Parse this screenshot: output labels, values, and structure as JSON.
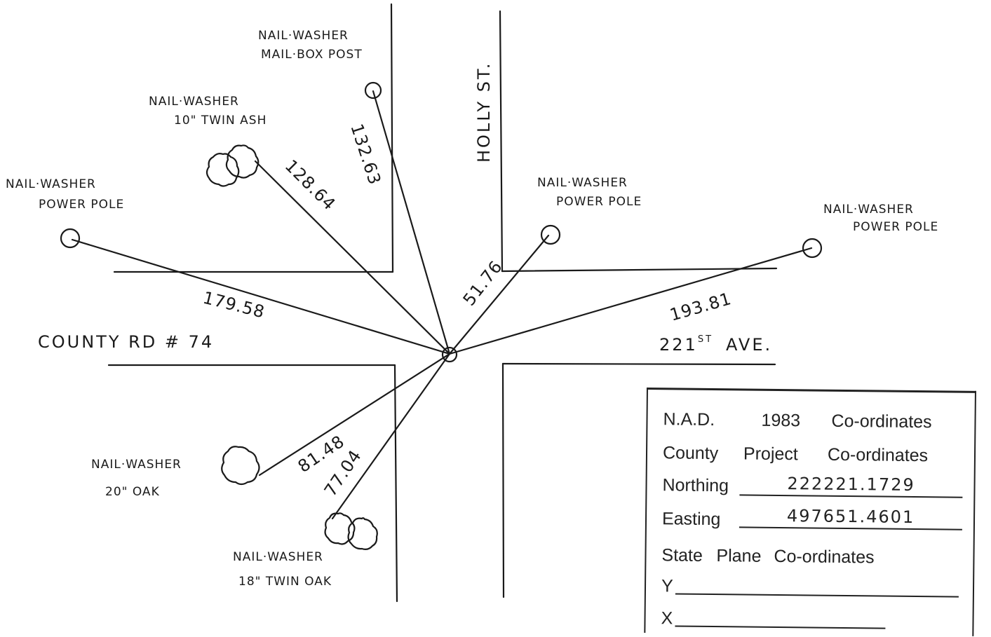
{
  "roads": {
    "north_south": "HOLLY ST.",
    "west": "COUNTY RD # 74",
    "east_prefix": "221",
    "east_suffix": "ST",
    "east_name": "AVE."
  },
  "references": [
    {
      "id": "mailbox",
      "line1": "NAIL·WASHER",
      "line2": "MAIL·BOX POST",
      "distance": "132.63"
    },
    {
      "id": "twin-ash",
      "line1": "NAIL·WASHER",
      "line2": "10\" TWIN ASH",
      "distance": "128.64"
    },
    {
      "id": "power-pole-west",
      "line1": "NAIL·WASHER",
      "line2": "POWER POLE",
      "distance": "179.58"
    },
    {
      "id": "power-pole-ne",
      "line1": "NAIL·WASHER",
      "line2": "POWER POLE",
      "distance": "51.76"
    },
    {
      "id": "power-pole-east",
      "line1": "NAIL·WASHER",
      "line2": "POWER POLE",
      "distance": "193.81"
    },
    {
      "id": "oak-20",
      "line1": "NAIL·WASHER",
      "line2": "20\" OAK",
      "distance": "81.48"
    },
    {
      "id": "twin-oak-18",
      "line1": "NAIL·WASHER",
      "line2": "18\" TWIN OAK",
      "distance": "77.04"
    }
  ],
  "stamp": {
    "row1": [
      "N.A.D.",
      "1983",
      "Co-ordinates"
    ],
    "row2": [
      "County",
      "Project",
      "Co-ordinates"
    ],
    "northing_label": "Northing",
    "northing_value": "222221.1729",
    "easting_label": "Easting",
    "easting_value": "497651.4601",
    "state_plane": [
      "State",
      "Plane",
      "Co-ordinates"
    ],
    "y_label": "Y",
    "y_value": "",
    "x_label": "X",
    "x_value": ""
  }
}
